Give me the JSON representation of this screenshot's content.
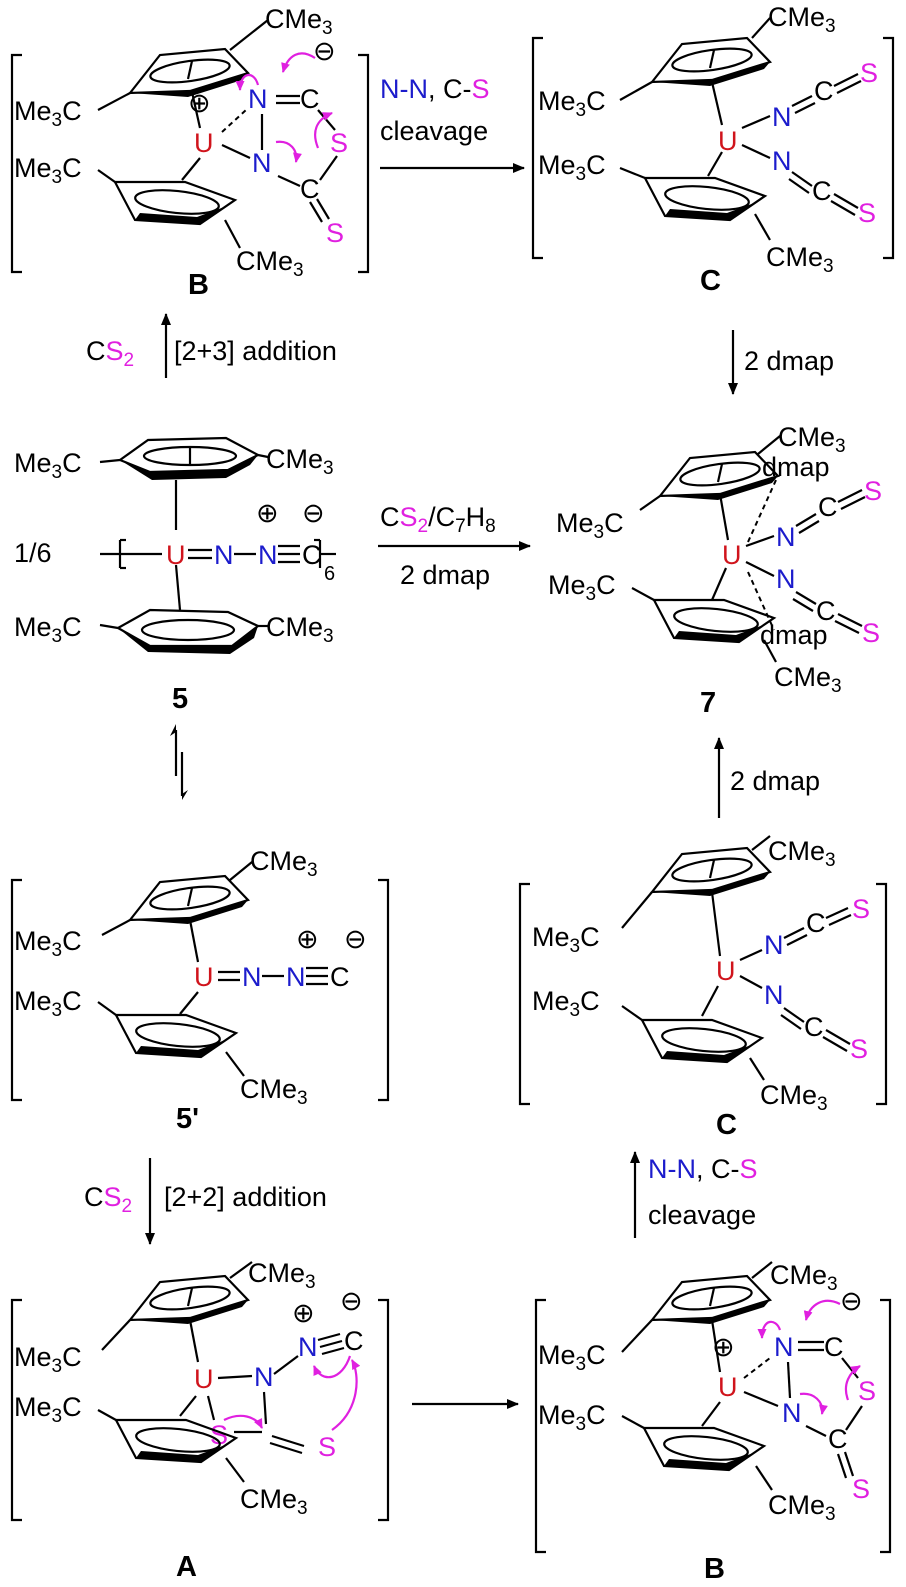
{
  "labels": {
    "me3c": "Me3C",
    "cme3": "CMe3",
    "U": "U",
    "N": "N",
    "C": "C",
    "S": "S",
    "dmap": "dmap",
    "plus": "⊕",
    "minus": "⊖",
    "six": "6",
    "one_sixth": "1/6"
  },
  "compounds": {
    "B_top": "B",
    "C_top": "C",
    "five": "5",
    "seven": "7",
    "five_prime": "5'",
    "C_bottom": "C",
    "A": "A",
    "B_bottom": "B"
  },
  "arrows": {
    "top_right": {
      "line1_n": "N-N",
      "line1_sep": ", C-",
      "line1_s": "S",
      "line2": "cleavage"
    },
    "left_up": {
      "c": "C",
      "s": "S",
      "two": "2",
      "text": "[2+3] addition"
    },
    "right_down": {
      "text": "2 dmap"
    },
    "middle": {
      "c": "C",
      "s": "S",
      "two": "2",
      "slash": "/C",
      "seven": "7",
      "h": "H",
      "eight": "8",
      "line2": "2 dmap"
    },
    "right_up": {
      "text": "2 dmap"
    },
    "left_down": {
      "c": "C",
      "s": "S",
      "two": "2",
      "text": "[2+2] addition"
    },
    "bottom_right_up": {
      "line1_n": "N-N",
      "line1_sep": ", C-",
      "line1_s": "S",
      "line2": "cleavage"
    }
  },
  "colors": {
    "uranium": "#d0141c",
    "nitrogen": "#1c1ccc",
    "sulfur": "#e020e0",
    "bond": "#000000"
  }
}
